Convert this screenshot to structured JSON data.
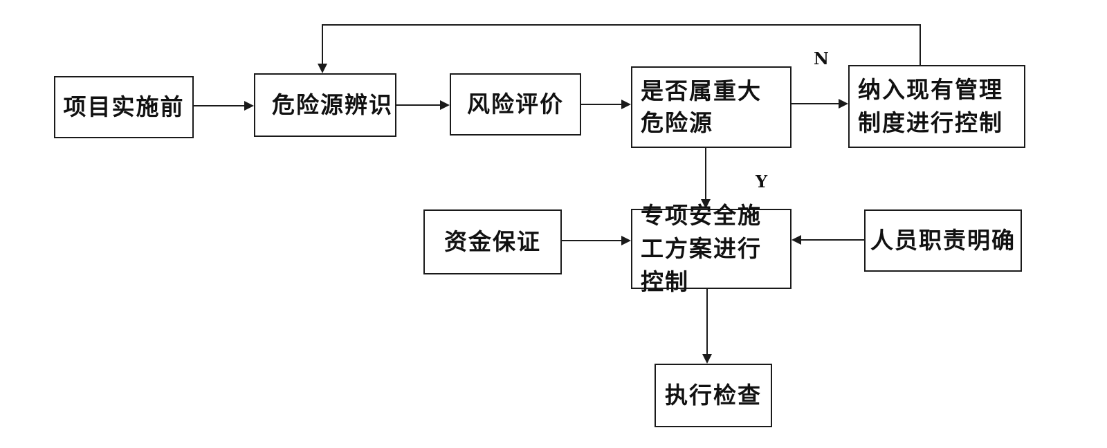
{
  "diagram": {
    "nodes": {
      "before": "项目实施前",
      "identify": "危险源辨识",
      "eval": "风险评价",
      "major": "是否属重大危险源",
      "include": "纳入现有管理制度进行控制",
      "plan": "专项安全施工方案进行控制",
      "fund": "资金保证",
      "staff": "人员职责明确",
      "check": "执行检查"
    },
    "decision_labels": {
      "no": "N",
      "yes": "Y"
    },
    "colors": {
      "line": "#1a1a1a",
      "text": "#111111",
      "background": "#ffffff"
    }
  }
}
